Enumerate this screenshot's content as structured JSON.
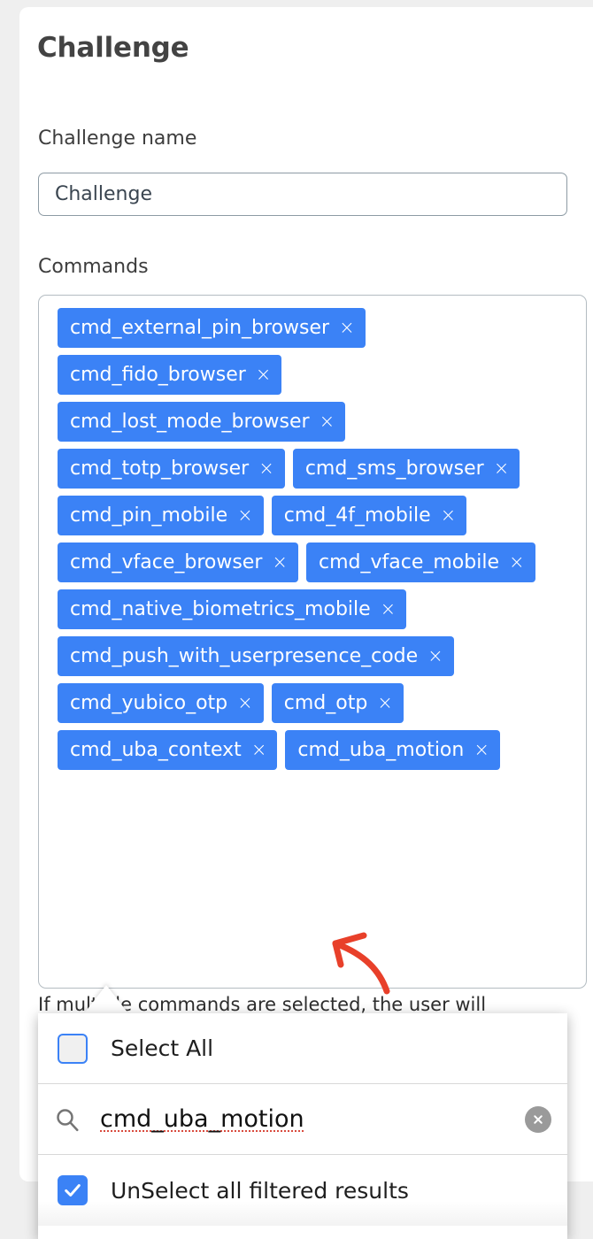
{
  "page": {
    "title": "Challenge"
  },
  "form": {
    "name_label": "Challenge name",
    "name_value": "Challenge",
    "name_placeholder": "Challenge",
    "commands_label": "Commands",
    "helper_text": "If multiple commands are selected, the user will"
  },
  "commands": {
    "chips": [
      {
        "label": "cmd_external_pin_browser",
        "remove": "×"
      },
      {
        "label": "cmd_fido_browser",
        "remove": "×"
      },
      {
        "label": "cmd_lost_mode_browser",
        "remove": "×"
      },
      {
        "label": "cmd_totp_browser",
        "remove": "×"
      },
      {
        "label": "cmd_sms_browser",
        "remove": "×"
      },
      {
        "label": "cmd_pin_mobile",
        "remove": "×"
      },
      {
        "label": "cmd_4f_mobile",
        "remove": "×"
      },
      {
        "label": "cmd_vface_browser",
        "remove": "×"
      },
      {
        "label": "cmd_vface_mobile",
        "remove": "×"
      },
      {
        "label": "cmd_native_biometrics_mobile",
        "remove": "×"
      },
      {
        "label": "cmd_push_with_userpresence_code",
        "remove": "×"
      },
      {
        "label": "cmd_yubico_otp",
        "remove": "×"
      },
      {
        "label": "cmd_otp",
        "remove": "×"
      },
      {
        "label": "cmd_uba_context",
        "remove": "×"
      },
      {
        "label": "cmd_uba_motion",
        "remove": "×"
      }
    ]
  },
  "dropdown": {
    "select_all_label": "Select All",
    "select_all_checked": false,
    "search_value": "cmd_uba_motion",
    "search_placeholder": "",
    "unselect_label": "UnSelect all filtered results",
    "unselect_checked": true
  },
  "colors": {
    "chip_blue": "#3b82f6",
    "checkbox_blue": "#3b82f6",
    "annotation_red": "#e8402a",
    "card_white": "#ffffff",
    "page_background": "#efefef",
    "input_border": "#8d9ba4",
    "box_border": "#b4bcc2",
    "spellcheck_underline": "#d94a3d"
  }
}
